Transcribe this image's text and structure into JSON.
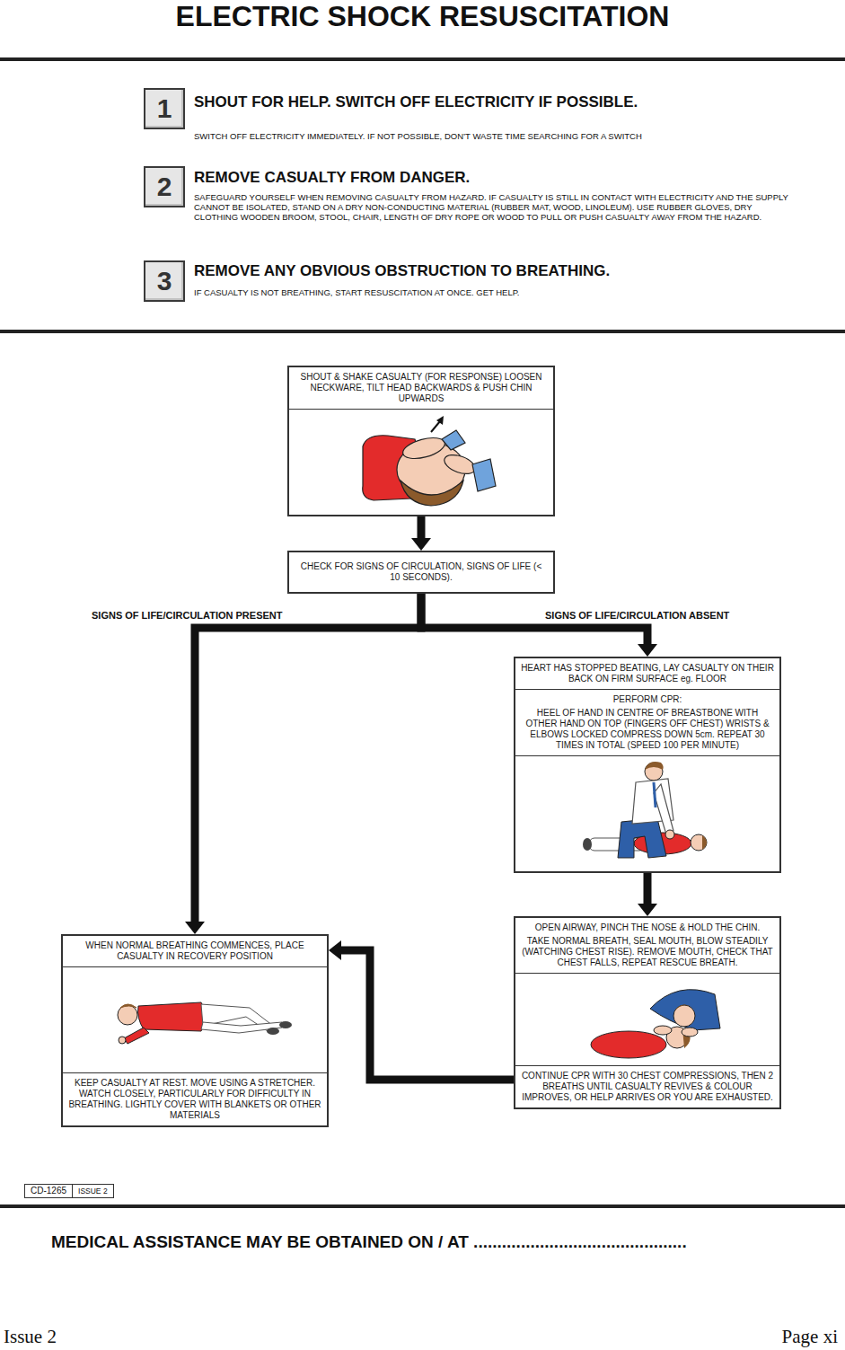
{
  "diagram": {
    "title": "ELECTRIC SHOCK RESUSCITATION",
    "nodes": [
      {
        "text": [
          "1"
        ]
      },
      {
        "text": [
          "2"
        ]
      },
      {
        "text": [
          "3"
        ]
      },
      {
        "text": [
          "SHOUT & SHAKE CASUALTY (FOR RESPONSE) LOOSEN NECKWARE, TILT HEAD BACKWARDS & PUSH CHIN UPWARDS"
        ]
      },
      {
        "text": [
          "CHECK FOR SIGNS OF CIRCULATION, SIGNS OF LIFE (< 10 SECONDS)."
        ]
      },
      {
        "text": [
          "HEART HAS STOPPED BEATING, LAY CASUALTY ON THEIR BACK ON FIRM SURFACE eg. FLOOR",
          "PERFORM CPR:",
          "HEEL OF HAND IN CENTRE OF BREASTBONE WITH OTHER HAND ON TOP (FINGERS OFF CHEST) WRISTS & ELBOWS LOCKED COMPRESS DOWN 5cm. REPEAT 30 TIMES IN TOTAL (SPEED 100 PER MINUTE)"
        ]
      },
      {
        "text": [
          "OPEN AIRWAY, PINCH THE NOSE & HOLD THE CHIN.",
          "TAKE NORMAL BREATH, SEAL MOUTH, BLOW STEADILY (WATCHING CHEST RISE). REMOVE MOUTH, CHECK THAT CHEST FALLS, REPEAT RESCUE BREATH.",
          "CONTINUE CPR WITH 30 CHEST COMPRESSIONS, THEN 2 BREATHS UNTIL CASUALTY REVIVES & COLOUR IMPROVES, OR HELP ARRIVES OR YOU ARE EXHAUSTED."
        ]
      },
      {
        "text": [
          "WHEN NORMAL BREATHING COMMENCES, PLACE CASUALTY IN RECOVERY POSITION",
          "KEEP CASUALTY AT REST. MOVE USING A STRETCHER. WATCH CLOSELY, PARTICULARLY FOR DIFFICULTY IN BREATHING. LIGHTLY COVER WITH BLANKETS OR OTHER MATERIALS"
        ]
      },
      {
        "text": [
          "CD-1265",
          "ISSUE 2"
        ]
      }
    ],
    "edges": [
      {
        "from": 3,
        "to": 4,
        "arrow": "to"
      },
      {
        "from": 4,
        "to": 7,
        "label": "SIGNS OF LIFE/CIRCULATION PRESENT",
        "arrow": "to"
      },
      {
        "from": 4,
        "to": 5,
        "label": "SIGNS OF LIFE/CIRCULATION ABSENT",
        "arrow": "to"
      },
      {
        "from": 5,
        "to": 6,
        "arrow": "to"
      },
      {
        "from": 6,
        "to": 7,
        "arrow": "to"
      }
    ],
    "labels": [
      "SHOUT FOR HELP. SWITCH OFF ELECTRICITY IF POSSIBLE.",
      "SWITCH OFF ELECTRICITY IMMEDIATELY. IF NOT POSSIBLE, DON’T WASTE TIME SEARCHING FOR A SWITCH",
      "REMOVE CASUALTY FROM DANGER.",
      "SAFEGUARD YOURSELF WHEN REMOVING CASUALTY FROM HAZARD. IF CASUALTY IS STILL IN CONTACT WITH ELECTRICITY AND THE SUPPLY CANNOT BE ISOLATED, STAND ON A DRY NON-CONDUCTING MATERIAL (RUBBER MAT, WOOD, LINOLEUM). USE RUBBER GLOVES, DRY CLOTHING WOODEN BROOM, STOOL, CHAIR, LENGTH OF DRY ROPE OR WOOD TO PULL OR PUSH CASUALTY AWAY FROM THE HAZARD.",
      "REMOVE ANY OBVIOUS OBSTRUCTION TO BREATHING.",
      "IF CASUALTY IS NOT BREATHING, START RESUSCITATION AT ONCE. GET HELP.",
      "MEDICAL ASSISTANCE MAY BE OBTAINED ON / AT .............................................",
      "Issue 2",
      "Page xi"
    ]
  }
}
